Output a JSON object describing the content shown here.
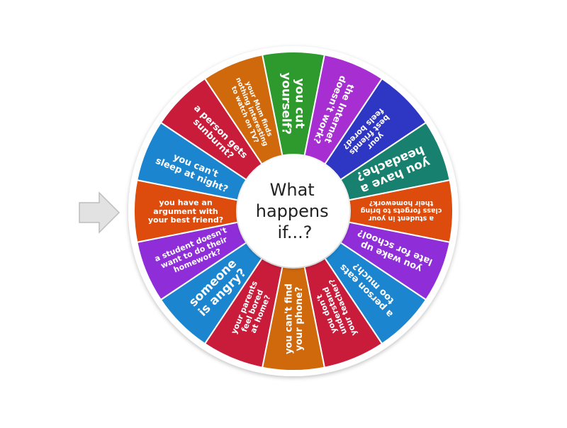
{
  "wheel": {
    "center_label_lines": [
      "What",
      "happens",
      "if...?"
    ],
    "segments": [
      {
        "lines": [
          "you cut",
          "yourself?"
        ],
        "color": "#2e9a2e"
      },
      {
        "lines": [
          "the Internet",
          "doesn't work?"
        ],
        "color": "#a72fd1"
      },
      {
        "lines": [
          "your",
          "best friends",
          "feels bored?"
        ],
        "color": "#2e36c4"
      },
      {
        "lines": [
          "you have a",
          "headache?"
        ],
        "color": "#17806e"
      },
      {
        "lines": [
          "a student in your",
          "class forgets to bring",
          "their homework?"
        ],
        "color": "#dd4c0c"
      },
      {
        "lines": [
          "you wake up",
          "late for school?"
        ],
        "color": "#8f2ed8"
      },
      {
        "lines": [
          "a person eats",
          "too much?"
        ],
        "color": "#1b86cf"
      },
      {
        "lines": [
          "you don't",
          "understand",
          "your teacher?"
        ],
        "color": "#c91c3b"
      },
      {
        "lines": [
          "you can't find",
          "your phone?"
        ],
        "color": "#d0690c"
      },
      {
        "lines": [
          "your parents",
          "feel bored",
          "at home?"
        ],
        "color": "#c91c3b"
      },
      {
        "lines": [
          "someone",
          "is angry?"
        ],
        "color": "#1b86cf"
      },
      {
        "lines": [
          "a student doesn't",
          "want to do their",
          "homework?"
        ],
        "color": "#8f2ed8"
      },
      {
        "lines": [
          "you have an",
          "argument with",
          "your best friend?"
        ],
        "color": "#dd4c0c"
      },
      {
        "lines": [
          "you can't",
          "sleep at night?"
        ],
        "color": "#1b86cf"
      },
      {
        "lines": [
          "a person gets",
          "sunburnt?"
        ],
        "color": "#c91c3b"
      },
      {
        "lines": [
          "your Mum finds",
          "nothing interesting",
          "to watch on TV?"
        ],
        "color": "#d0690c"
      }
    ]
  },
  "pointer": {
    "color": "#e2e2e2",
    "border": "#bdbdbd"
  }
}
